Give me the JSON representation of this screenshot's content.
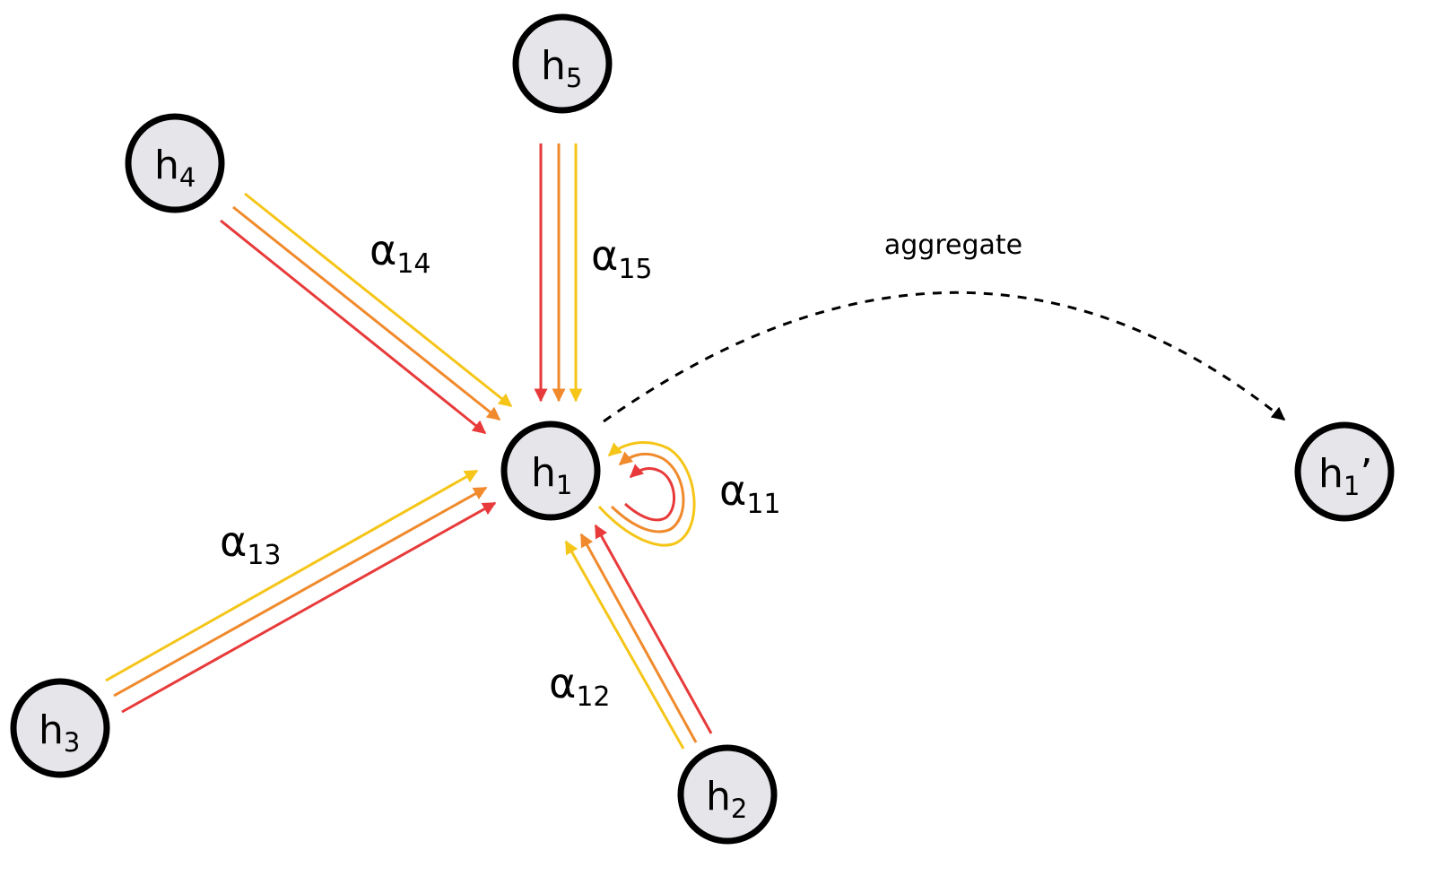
{
  "diagram": {
    "colors": {
      "yellow": "#f5c518",
      "orange": "#f08a2c",
      "red": "#e83a3a",
      "node_fill": "#e6e6ea",
      "stroke": "#000000"
    },
    "nodes": {
      "h1": {
        "base": "h",
        "sub": "1"
      },
      "h2": {
        "base": "h",
        "sub": "2"
      },
      "h3": {
        "base": "h",
        "sub": "3"
      },
      "h4": {
        "base": "h",
        "sub": "4"
      },
      "h5": {
        "base": "h",
        "sub": "5"
      },
      "h1_prime": {
        "base": "h",
        "sub": "1",
        "prime": "’"
      }
    },
    "attention_labels": {
      "a11": {
        "base": "α",
        "sub": "11"
      },
      "a12": {
        "base": "α",
        "sub": "12"
      },
      "a13": {
        "base": "α",
        "sub": "13"
      },
      "a14": {
        "base": "α",
        "sub": "14"
      },
      "a15": {
        "base": "α",
        "sub": "15"
      }
    },
    "aggregate_label": "aggregate"
  }
}
